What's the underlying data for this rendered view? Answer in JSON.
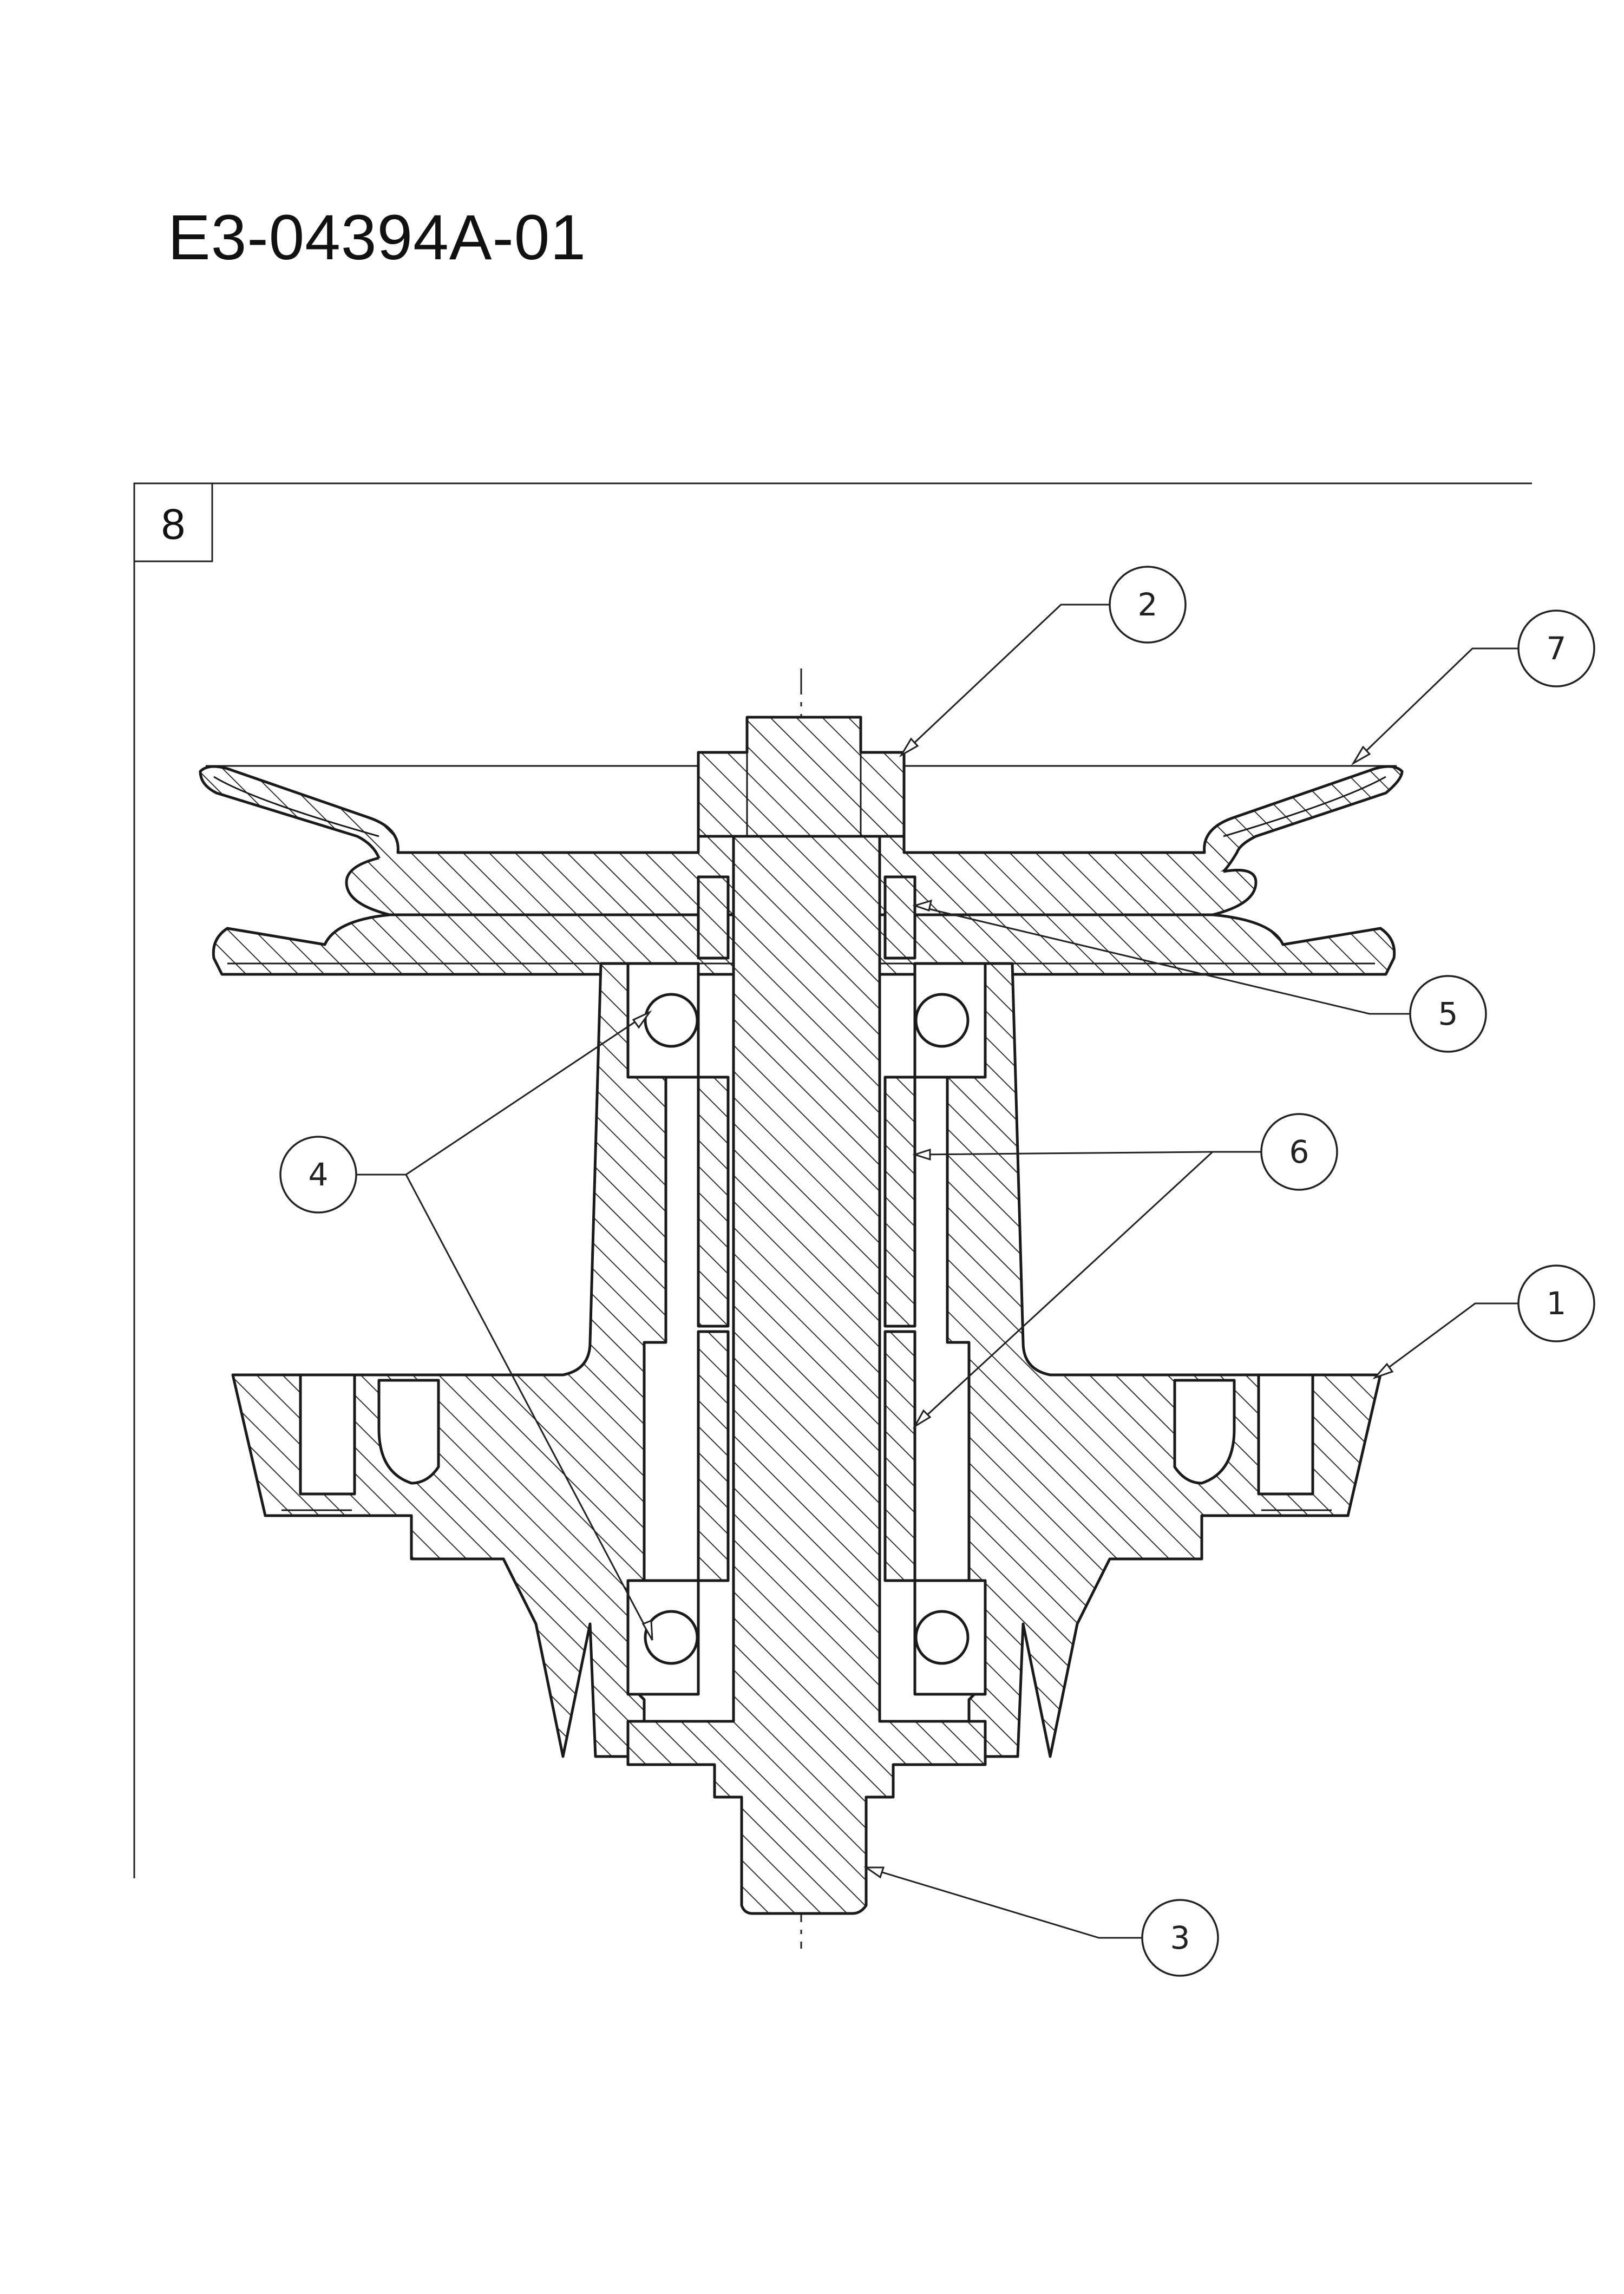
{
  "document": {
    "title": "E3-04394A-01",
    "sheet_number": "8"
  },
  "callouts": [
    {
      "id": "1",
      "label": "1"
    },
    {
      "id": "2",
      "label": "2"
    },
    {
      "id": "3",
      "label": "3"
    },
    {
      "id": "4",
      "label": "4"
    },
    {
      "id": "5",
      "label": "5"
    },
    {
      "id": "6",
      "label": "6"
    },
    {
      "id": "7",
      "label": "7"
    }
  ]
}
